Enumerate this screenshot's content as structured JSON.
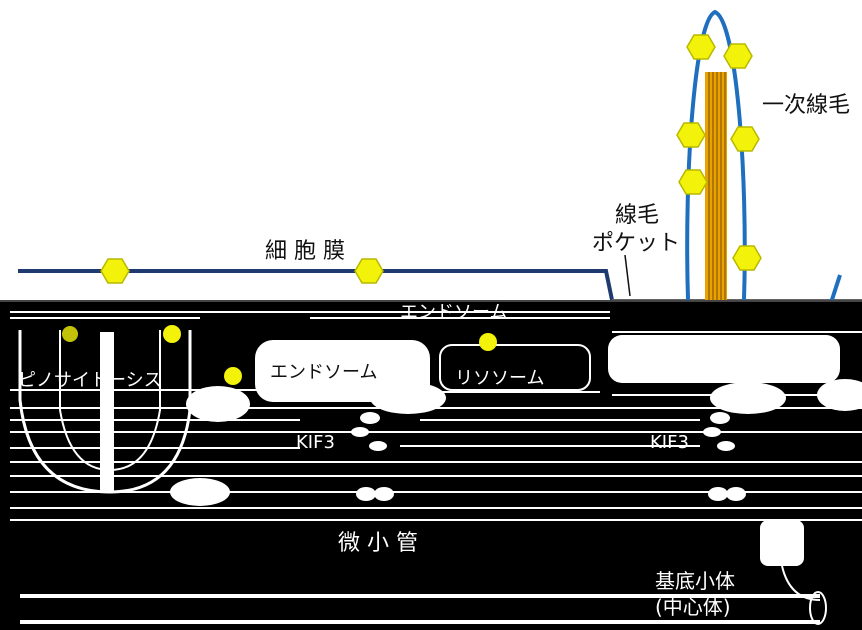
{
  "labels": {
    "membrane": "細 胞 膜",
    "primary_cilium": "一次線毛",
    "cilium_pocket_line1": "線毛",
    "cilium_pocket_line2": "ポケット",
    "endosome_left_partial": "エンドソーム",
    "endosome_right_partial": "エンドソーム",
    "pinocytosis_partial": "ピノサイトーシス",
    "lysosome_partial": "リソソーム",
    "kif_left": "KIF3",
    "kif_right": "KIF3",
    "microtubule": "微 小 管",
    "basal_body_line1": "基底小体",
    "basal_body_line2": "(中心体)"
  },
  "colors": {
    "membrane": "#1f3a6e",
    "cilium_outline": "#1f6fbf",
    "receptor_fill": "#f2f20a",
    "receptor_stroke": "#b8b800",
    "axoneme_fill": "#e8a300",
    "axoneme_line": "#7a4a00",
    "background_dark": "#000000"
  }
}
